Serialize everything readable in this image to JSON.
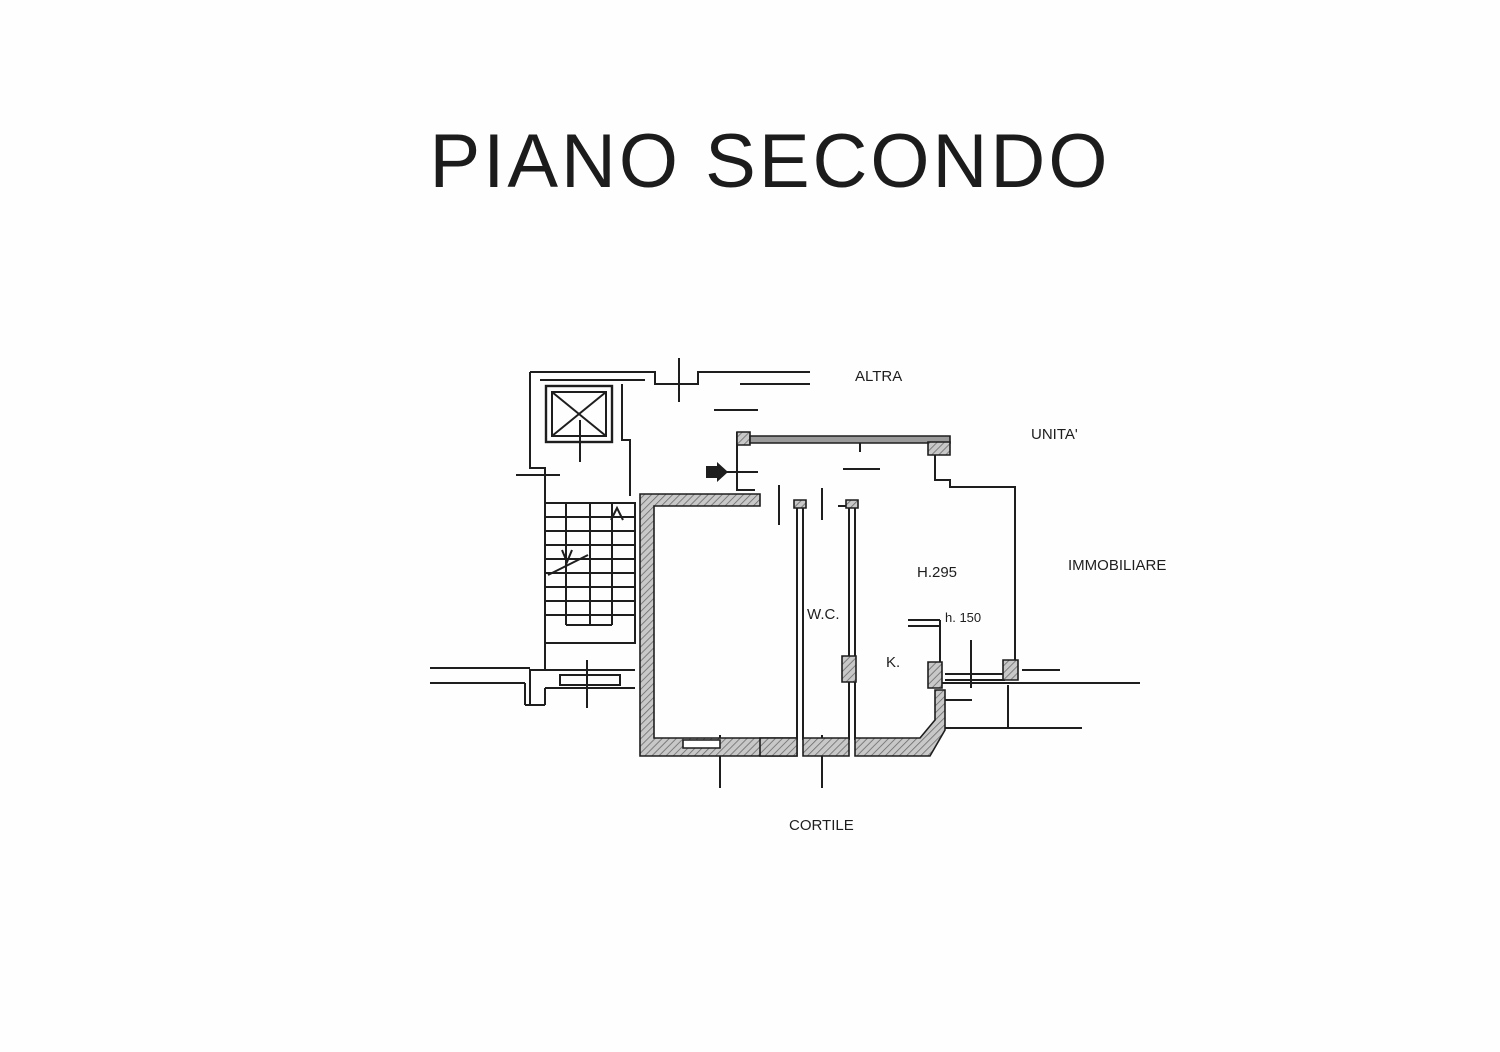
{
  "plan": {
    "title": "PIANO SECONDO",
    "neighbor_labels": [
      "ALTRA",
      "UNITA'",
      "IMMOBILIARE"
    ],
    "courtyard_label": "CORTILE",
    "rooms": {
      "height_label": "H.295",
      "wc_label": "W.C.",
      "kitchen_label": "K.",
      "low_height_label": "h. 150"
    },
    "colors": {
      "ink": "#1e1e1e",
      "wall_hatch": "#9a9a9a",
      "paper": "#fefefe"
    },
    "icons": {
      "entrance": "entrance-arrow-icon",
      "elevator": "elevator-shaft-icon",
      "stairs": "staircase-icon"
    }
  }
}
